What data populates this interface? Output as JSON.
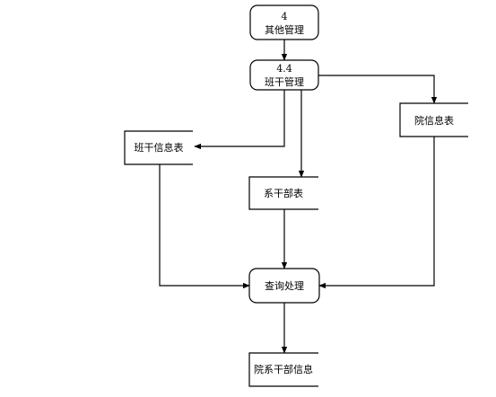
{
  "diagram": {
    "processes": [
      {
        "id": "p4",
        "lines": [
          "4",
          "其他管理"
        ]
      },
      {
        "id": "p44",
        "lines": [
          "4.4",
          "班干管理"
        ]
      },
      {
        "id": "pquery",
        "lines": [
          "查询处理"
        ]
      }
    ],
    "stores": [
      {
        "id": "s_class",
        "label": "班干信息表"
      },
      {
        "id": "s_dept",
        "label": "系干部表"
      },
      {
        "id": "s_college",
        "label": "院信息表"
      },
      {
        "id": "s_output",
        "label": "院系干部信息"
      }
    ]
  }
}
